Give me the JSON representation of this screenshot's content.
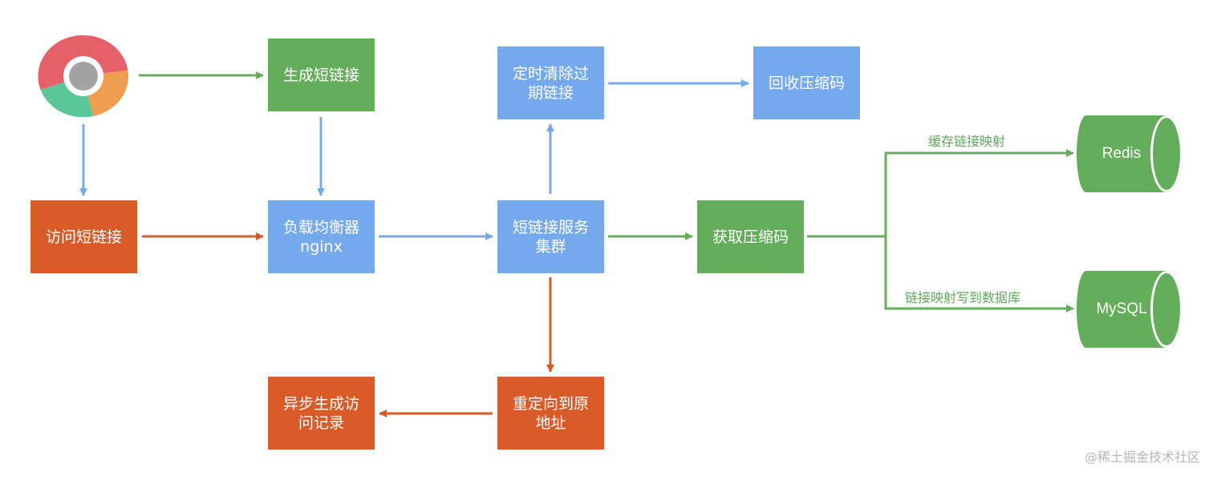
{
  "nodes": {
    "generate": "生成短链接",
    "visit": "访问短链接",
    "lb": "负载均衡器\nnginx",
    "cluster": "短链接服务\n集群",
    "cleanup": "定时清除过\n期链接",
    "recycle": "回收压缩码",
    "get_code": "获取压缩码",
    "redirect": "重定向到原\n地址",
    "async_log": "异步生成访\n问记录"
  },
  "stores": {
    "redis": "Redis",
    "mysql": "MySQL"
  },
  "edge_labels": {
    "cache": "缓存链接映射",
    "write_db": "链接映射写到数据库"
  },
  "icons": {
    "browser": "chrome-browser-icon"
  },
  "colors": {
    "green": "#64ae5b",
    "blue": "#74a9ee",
    "orange": "#d85b28"
  },
  "watermark": "@稀土掘金技术社区"
}
